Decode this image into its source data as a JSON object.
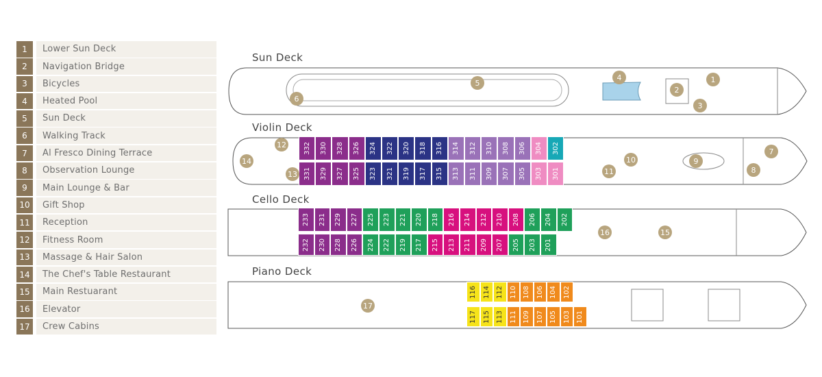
{
  "legend": [
    {
      "num": "1",
      "label": "Lower Sun Deck"
    },
    {
      "num": "2",
      "label": "Navigation Bridge"
    },
    {
      "num": "3",
      "label": "Bicycles"
    },
    {
      "num": "4",
      "label": "Heated Pool"
    },
    {
      "num": "5",
      "label": "Sun Deck"
    },
    {
      "num": "6",
      "label": "Walking Track"
    },
    {
      "num": "7",
      "label": "Al Fresco Dining Terrace"
    },
    {
      "num": "8",
      "label": "Observation Lounge"
    },
    {
      "num": "9",
      "label": "Main Lounge & Bar"
    },
    {
      "num": "10",
      "label": "Gift Shop"
    },
    {
      "num": "11",
      "label": "Reception"
    },
    {
      "num": "12",
      "label": "Fitness Room"
    },
    {
      "num": "13",
      "label": "Massage & Hair Salon"
    },
    {
      "num": "14",
      "label": "The Chef's Table Restaurant"
    },
    {
      "num": "15",
      "label": "Main Restuarant"
    },
    {
      "num": "16",
      "label": "Elevator"
    },
    {
      "num": "17",
      "label": "Crew Cabins"
    }
  ],
  "decks": {
    "sun": {
      "title": "Sun Deck"
    },
    "violin": {
      "title": "Violin Deck"
    },
    "cello": {
      "title": "Cello Deck"
    },
    "piano": {
      "title": "Piano Deck"
    }
  },
  "colors": {
    "purple": "#8b2d8b",
    "navy": "#2b3385",
    "lavender": "#9a72b8",
    "pink": "#ef8cc2",
    "teal": "#17a8b6",
    "green": "#1fa05a",
    "magenta": "#d7107e",
    "yellow": "#f6e31a",
    "orange": "#f08a1c",
    "marker": "#b8a57e",
    "legend_num": "#8a7659",
    "legend_bg": "#f3f0ea"
  },
  "cabins": {
    "violin_top": [
      "332",
      "330",
      "328",
      "326",
      "324",
      "322",
      "320",
      "318",
      "316",
      "314",
      "312",
      "310",
      "308",
      "306",
      "304",
      "302"
    ],
    "violin_top_colors": [
      "purple",
      "purple",
      "purple",
      "purple",
      "navy",
      "navy",
      "navy",
      "navy",
      "navy",
      "lavender",
      "lavender",
      "lavender",
      "lavender",
      "lavender",
      "pink",
      "teal"
    ],
    "violin_bottom": [
      "331",
      "329",
      "327",
      "325",
      "323",
      "321",
      "319",
      "317",
      "315",
      "313",
      "311",
      "309",
      "307",
      "305",
      "303",
      "301"
    ],
    "violin_bottom_colors": [
      "purple",
      "purple",
      "purple",
      "purple",
      "navy",
      "navy",
      "navy",
      "navy",
      "navy",
      "lavender",
      "lavender",
      "lavender",
      "lavender",
      "lavender",
      "pink",
      "pink"
    ],
    "cello_top": [
      "233",
      "231",
      "229",
      "227",
      "225",
      "223",
      "221",
      "220",
      "218",
      "216",
      "214",
      "212",
      "210",
      "208",
      "206",
      "204",
      "202"
    ],
    "cello_top_colors": [
      "purple",
      "purple",
      "purple",
      "purple",
      "green",
      "green",
      "green",
      "green",
      "green",
      "magenta",
      "magenta",
      "magenta",
      "magenta",
      "magenta",
      "green",
      "green",
      "green"
    ],
    "cello_bottom": [
      "232",
      "230",
      "228",
      "226",
      "224",
      "222",
      "219",
      "217",
      "215",
      "213",
      "211",
      "209",
      "207",
      "205",
      "203",
      "201"
    ],
    "cello_bottom_colors": [
      "purple",
      "purple",
      "purple",
      "purple",
      "green",
      "green",
      "green",
      "green",
      "magenta",
      "magenta",
      "magenta",
      "magenta",
      "magenta",
      "green",
      "green",
      "green"
    ],
    "piano_top": [
      "116",
      "114",
      "112",
      "110",
      "108",
      "106",
      "104",
      "102"
    ],
    "piano_top_colors": [
      "yellow",
      "yellow",
      "yellow",
      "orange",
      "orange",
      "orange",
      "orange",
      "orange"
    ],
    "piano_bottom": [
      "117",
      "115",
      "113",
      "111",
      "109",
      "107",
      "105",
      "103",
      "101"
    ],
    "piano_bottom_colors": [
      "yellow",
      "yellow",
      "yellow",
      "orange",
      "orange",
      "orange",
      "orange",
      "orange",
      "orange"
    ]
  },
  "markers": [
    "1",
    "2",
    "3",
    "4",
    "5",
    "6",
    "7",
    "8",
    "9",
    "10",
    "11",
    "12",
    "13",
    "14",
    "15",
    "16",
    "17"
  ]
}
